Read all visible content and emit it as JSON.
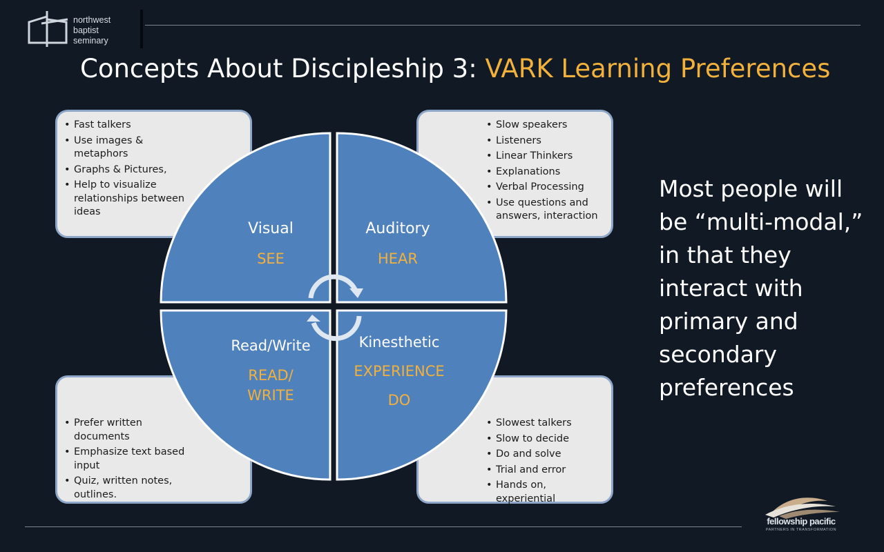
{
  "header": {
    "logo": {
      "icon": "seminary-cross-icon",
      "lines": [
        "northwest",
        "baptist",
        "seminary"
      ]
    },
    "title_main": "Concepts About Discipleship 3: ",
    "title_accent": "VARK Learning Preferences"
  },
  "colors": {
    "background": "#111a24",
    "accent": "#f1b13c",
    "quadrant_fill": "#4f81bd",
    "box_fill": "#e9e9e9",
    "box_border": "#8ea7c9"
  },
  "quadrants": {
    "visual": {
      "label": "Visual",
      "keyword": "SEE"
    },
    "auditory": {
      "label": "Auditory",
      "keyword": "HEAR"
    },
    "readwrite": {
      "label": "Read/Write",
      "keyword_line1": "READ/",
      "keyword_line2": "WRITE"
    },
    "kinesthetic": {
      "label": "Kinesthetic",
      "keyword_line1": "EXPERIENCE",
      "keyword_line2": "DO"
    }
  },
  "boxes": {
    "visual": [
      "Fast talkers",
      "Use images & metaphors",
      "Graphs & Pictures,",
      "Help to visualize relationships between ideas"
    ],
    "auditory": [
      "Slow speakers",
      "Listeners",
      "Linear Thinkers",
      "Explanations",
      "Verbal Processing",
      "Use questions and answers, interaction"
    ],
    "readwrite": [
      "Prefer written documents",
      "Emphasize text based input",
      "Quiz, written notes, outlines."
    ],
    "kinesthetic": [
      "Slowest talkers",
      "Slow to decide",
      "Do and solve",
      "Trial and error",
      "Hands on, experiential"
    ]
  },
  "side_note": "Most people will be “multi-modal,” in that they interact with primary and secondary preferences",
  "footer_logo": {
    "icon": "fellowship-pacific-wave-icon",
    "name": "fellowship pacific",
    "tagline": "PARTNERS IN TRANSFORMATION"
  }
}
